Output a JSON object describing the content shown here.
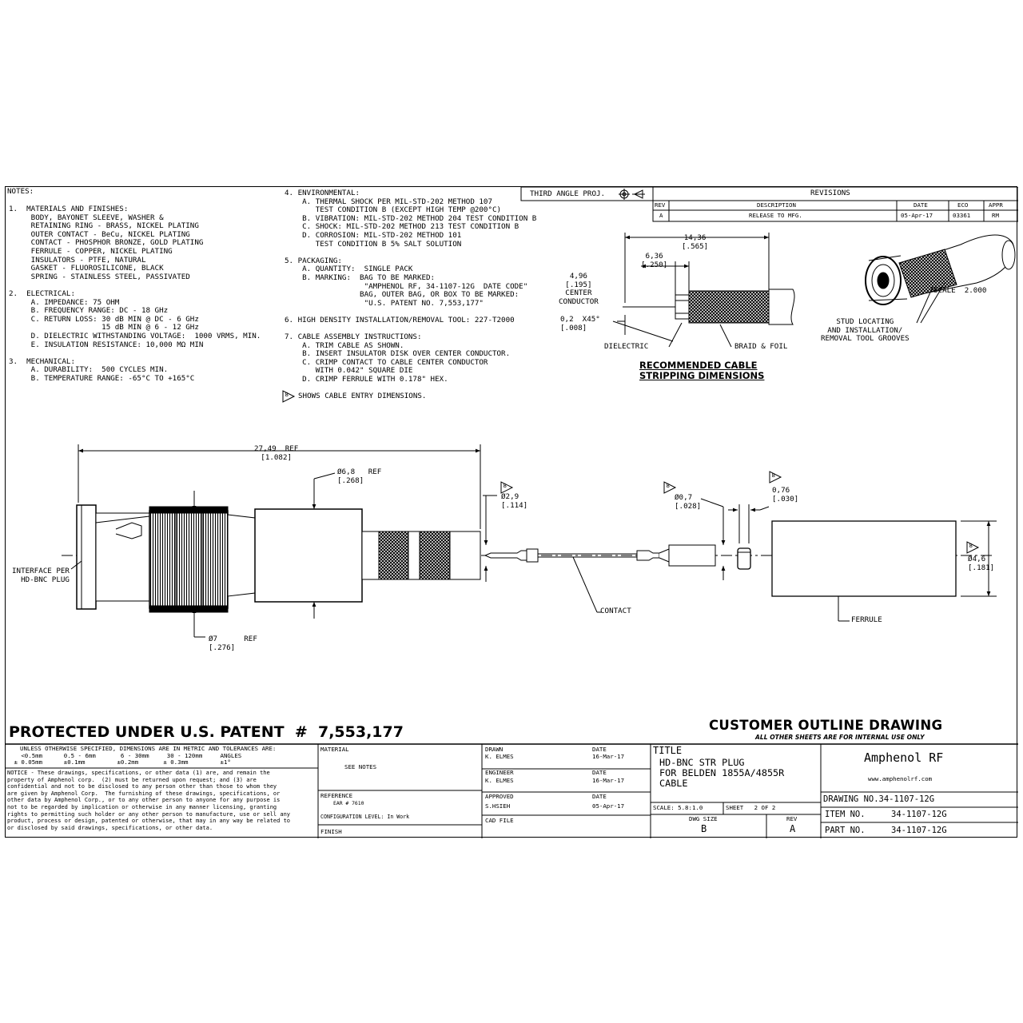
{
  "notes": {
    "header": "NOTES:",
    "col1": "1.  MATERIALS AND FINISHES:\n     BODY, BAYONET SLEEVE, WASHER &\n     RETAINING RING - BRASS, NICKEL PLATING\n     OUTER CONTACT - BeCu, NICKEL PLATING\n     CONTACT - PHOSPHOR BRONZE, GOLD PLATING\n     FERRULE - COPPER, NICKEL PLATING\n     INSULATORS - PTFE, NATURAL\n     GASKET - FLUOROSILICONE, BLACK\n     SPRING - STAINLESS STEEL, PASSIVATED\n\n2.  ELECTRICAL:\n     A. IMPEDANCE: 75 OHM\n     B. FREQUENCY RANGE: DC - 18 GHz\n     C. RETURN LOSS: 30 dB MIN @ DC - 6 GHz\n                     15 dB MIN @ 6 - 12 GHz\n     D. DIELECTRIC WITHSTANDING VOLTAGE:  1000 VRMS, MIN.\n     E. INSULATION RESISTANCE: 10,000 MΩ MIN\n\n3.  MECHANICAL:\n     A. DURABILITY:  500 CYCLES MIN.\n     B. TEMPERATURE RANGE: -65°C TO +165°C",
    "col2": "4. ENVIRONMENTAL:\n    A. THERMAL SHOCK PER MIL-STD-202 METHOD 107\n       TEST CONDITION B (EXCEPT HIGH TEMP @200°C)\n    B. VIBRATION: MIL-STD-202 METHOD 204 TEST CONDITION B\n    C. SHOCK: MIL-STD-202 METHOD 213 TEST CONDITION B\n    D. CORROSION: MIL-STD-202 METHOD 101\n       TEST CONDITION B 5% SALT SOLUTION\n\n5. PACKAGING:\n    A. QUANTITY:  SINGLE PACK\n    B. MARKING:  BAG TO BE MARKED:\n                  \"AMPHENOL RF, 34-1107-12G  DATE CODE\"\n                 BAG, OUTER BAG, OR BOX TO BE MARKED:\n                  \"U.S. PATENT NO. 7,553,177\"\n\n6. HIGH DENSITY INSTALLATION/REMOVAL TOOL: 227-T2000\n\n7. CABLE ASSEMBLY INSTRUCTIONS:\n    A. TRIM CABLE AS SHOWN.\n    B. INSERT INSULATOR DISK OVER CENTER CONDUCTOR.\n    C. CRIMP CONTACT TO CABLE CENTER CONDUCTOR\n       WITH 0.042\" SQUARE DIE\n    D. CRIMP FERRULE WITH 0.178\" HEX.",
    "note8_num": "8",
    "note8": "SHOWS CABLE ENTRY DIMENSIONS."
  },
  "projection": {
    "label": "THIRD ANGLE PROJ."
  },
  "revisions": {
    "title": "REVISIONS",
    "headers": [
      "REV",
      "DESCRIPTION",
      "DATE",
      "ECO",
      "APPR"
    ],
    "row": [
      "A",
      "RELEASE TO MFG.",
      "05-Apr-17",
      "03361",
      "RM"
    ]
  },
  "stripping": {
    "dim_overall": "14,36\n[.565]",
    "dim_mid": "6,36\n[.250]",
    "dim_center": "4,96\n[.195]\nCENTER\nCONDUCTOR",
    "dim_chamfer": "0,2  X45°\n[.008]",
    "dielectric": "DIELECTRIC",
    "braid": "BRAID & FOIL",
    "title_line1": "RECOMMENDED CABLE",
    "title_line2": "STRIPPING DIMENSIONS"
  },
  "iso_view": {
    "scale": "SCALE  2.000",
    "stud": "STUD LOCATING\nAND INSTALLATION/\nREMOVAL TOOL GROOVES"
  },
  "main_view": {
    "dim_length": "27,49  REF\n[1.082]",
    "dim_dia68": "Ø6,8   REF\n[.268]",
    "dim_dia7": "Ø7      REF\n[.276]",
    "interface": "INTERFACE PER\nHD-BNC PLUG",
    "dim_dia29": "Ø2,9\n[.114]",
    "dim_dia07": "Ø0,7\n[.028]",
    "dim_076": "0,76\n[.030]",
    "dim_dia46": "Ø4,6\n[.181]",
    "contact": "CONTACT",
    "ferrule": "FERRULE",
    "flag_num": "8"
  },
  "patent": {
    "text": "PROTECTED UNDER U.S. PATENT  #  7,553,177"
  },
  "customer": {
    "title": "CUSTOMER OUTLINE DRAWING",
    "subtitle": "ALL OTHER SHEETS ARE FOR INTERNAL USE ONLY"
  },
  "tolerances": {
    "header": "UNLESS OTHERWISE SPECIFIED, DIMENSIONS ARE IN METRIC AND TOLERANCES ARE:",
    "ranges": "   <0.5mm      0.5 - 6mm       6 - 30mm     30 - 120mm     ANGLES",
    "values": " ± 0.05mm      ±0.1mm         ±0.2mm       ± 0.3mm         ±1°",
    "notice": "NOTICE - These drawings, specifications, or other data (1) are, and remain the\nproperty of Amphenol corp.  (2) must be returned upon request; and (3) are\nconfidential and not to be disclosed to any person other than those to whom they\nare given by Amphenol Corp.  The furnishing of these drawings, specifications, or\nother data by Amphenol Corp., or to any other person to anyone for any purpose is\nnot to be regarded by implication or otherwise in any manner licensing, granting\nrights to permitting such holder or any other person to manufacture, use or sell any\nproduct, process or design, patented or otherwise, that may in any way be related to\nor disclosed by said drawings, specifications, or other data."
  },
  "title_block": {
    "material_label": "MATERIAL",
    "material_value": "SEE NOTES",
    "reference_label": "REFERENCE",
    "reference_value": "EAR # 7610",
    "config": "CONFIGURATION LEVEL: In Work",
    "finish": "FINISH",
    "drawn_label": "DRAWN",
    "drawn_name": "K. ELMES",
    "drawn_date_label": "DATE",
    "drawn_date": "16-Mar-17",
    "engineer_label": "ENGINEER",
    "engineer_name": "K. ELMES",
    "engineer_date_label": "DATE",
    "engineer_date": "16-Mar-17",
    "approved_label": "APPROVED",
    "approved_name": "S.HSIEH",
    "approved_date_label": "DATE",
    "approved_date": "05-Apr-17",
    "cad_file": "CAD FILE",
    "title_label": "TITLE",
    "title_text": "HD-BNC STR PLUG\nFOR BELDEN 1855A/4855R\nCABLE",
    "scale": "SCALE: 5.8:1.0",
    "sheet": "SHEET   2 OF 2",
    "dwg_size_label": "DWG SIZE",
    "dwg_size": "B",
    "rev_label": "REV",
    "rev": "A",
    "company": "Amphenol RF",
    "website": "www.amphenolrf.com",
    "drawing_no": "DRAWING NO.34-1107-12G",
    "item_no_label": "ITEM NO.",
    "item_no": "34-1107-12G",
    "part_no_label": "PART NO.",
    "part_no": "34-1107-12G"
  }
}
